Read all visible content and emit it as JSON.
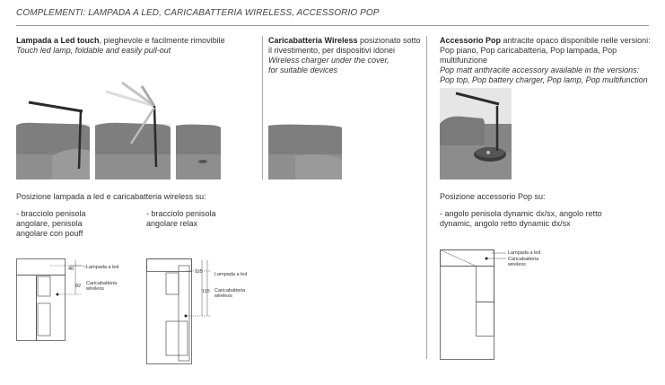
{
  "header": {
    "title": "COMPLEMENTI: LAMPADA A LED, CARICABATTERIA WIRELESS, ACCESSORIO POP"
  },
  "col1": {
    "title_bold": "Lampada a Led touch",
    "title_rest": ", pieghevole e facilmente rimovibile",
    "subtitle_en": "Touch led lamp, foldable and easily pull-out",
    "position_title": "Posizione lampada a led e caricabatteria wireless su:",
    "list_a": [
      "- bracciolo penisola",
      "angolare, penisola",
      "angolare con pouff"
    ],
    "list_b": [
      "- bracciolo penisola",
      "angolare relax"
    ],
    "diag1": {
      "label_lamp": "Lampada a led",
      "label_charger_1": "Caricabatteria",
      "label_charger_2": "wireless",
      "dim1": "40",
      "dim2": "82"
    },
    "diag2": {
      "label_lamp": "Lampada a led",
      "label_charger_1": "Caricabatteria",
      "label_charger_2": "wireless",
      "dim1": "115",
      "dim2": "115"
    }
  },
  "col2": {
    "title_bold": "Caricabatteria Wireless",
    "title_rest": " posizionato sotto",
    "line2": "il rivestimento, per dispositivi idonei",
    "en1": "Wireless charger under the cover,",
    "en2": "for suitable devices"
  },
  "col3": {
    "title_bold": "Accessorio Pop",
    "title_rest": " antracite opaco disponibile nelle versioni:",
    "line2": "Pop piano, Pop caricabatteria, Pop lampada, Pop multifunzione",
    "en1": "Pop matt anthracite accessory available in the versions:",
    "en2": "Pop top, Pop battery charger, Pop lamp, Pop multifunction",
    "position_title": "Posizione accessorio Pop su:",
    "list": [
      "- angolo penisola dynamic dx/sx, angolo retto",
      "dynamic, angolo retto dynamic dx/sx"
    ],
    "diag": {
      "label_lamp": "Lampada a led",
      "label_charger_1": "Caricabatteria",
      "label_charger_2": "wireless"
    }
  },
  "colors": {
    "sofa": "#8a8a8a",
    "sofa_dark": "#6f6f6f",
    "lamp": "#2b2b2b",
    "line": "#555555"
  }
}
